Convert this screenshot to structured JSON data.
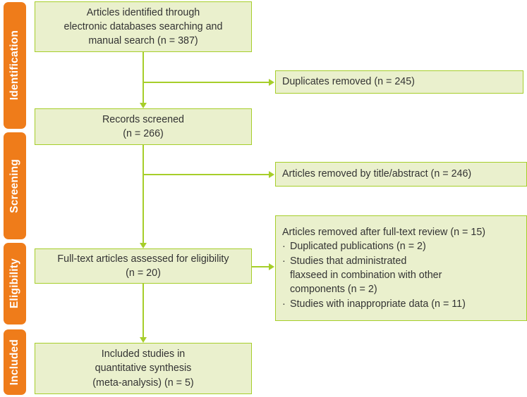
{
  "diagram": {
    "title": "PRISMA study selection flow diagram",
    "colors": {
      "stage_bar": "#ef7c1a",
      "stage_label_text": "#ffffff",
      "box_fill": "#eaf0cd",
      "box_border": "#a6ce2a",
      "connector": "#a6ce2a",
      "box_text": "#333333",
      "background": "#ffffff"
    }
  },
  "stages": [
    {
      "label": "Identification"
    },
    {
      "label": "Screening"
    },
    {
      "label": "Eligibility"
    },
    {
      "label": "Included"
    }
  ],
  "boxes": {
    "identified": {
      "lines": [
        "Articles identified through",
        "electronic databases searching and",
        "manual search (n = 387)"
      ],
      "n": 387
    },
    "duplicates_removed": {
      "lines": [
        "Duplicates removed (n = 245)"
      ],
      "n": 245
    },
    "records_screened": {
      "lines": [
        "Records screened",
        "(n = 266)"
      ],
      "n": 266
    },
    "removed_title_abstract": {
      "lines": [
        "Articles removed by title/abstract (n = 246)"
      ],
      "n": 246
    },
    "removed_full_text": {
      "heading": "Articles removed after full-text review (n = 15)",
      "n": 15,
      "reasons": [
        {
          "bullet": "·",
          "lines": [
            "Duplicated publications (n = 2)"
          ],
          "n": 2
        },
        {
          "bullet": "·",
          "lines": [
            "Studies that administrated",
            "flaxseed in combination with other",
            "components (n = 2)"
          ],
          "n": 2
        },
        {
          "bullet": "·",
          "lines": [
            "Studies with inappropriate data (n = 11)"
          ],
          "n": 11
        }
      ]
    },
    "full_text_assessed": {
      "lines": [
        "Full-text articles assessed for eligibility",
        "(n = 20)"
      ],
      "n": 20
    },
    "included": {
      "lines": [
        "Included studies in",
        "quantitative synthesis",
        "(meta-analysis) (n = 5)"
      ],
      "n": 5
    }
  }
}
